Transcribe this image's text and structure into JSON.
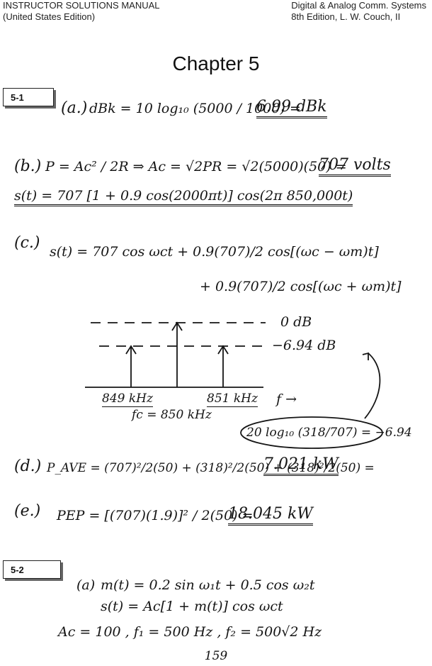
{
  "header": {
    "left_line1": "INSTRUCTOR SOLUTIONS MANUAL",
    "left_line2": "(United States Edition)",
    "right_line1": "Digital & Analog Comm. Systems",
    "right_line2": "8th Edition, L. W. Couch, II"
  },
  "chapter_title": "Chapter 5",
  "problems": [
    {
      "label": "5-1",
      "a": {
        "tag": "(a.)",
        "eq": "dBk = 10 log₁₀ (5000 / 1000) =",
        "result": "6.99 dBk"
      },
      "b": {
        "tag": "(b.)",
        "eq": "P = Ac² / 2R  ⇒  Ac = √2PR = √2(5000)(50) =",
        "result": "707 volts",
        "st": "s(t) = 707 [1 + 0.9 cos(2000πt)] cos(2π 850,000t)"
      },
      "c": {
        "tag": "(c.)",
        "line1": "s(t) = 707 cos ωct  +  0.9(707)/2 cos[(ωc − ωm)t]",
        "line2": "+  0.9(707)/2 cos[(ωc + ωm)t]",
        "spectrum": {
          "label_0db": "0 dB",
          "label_sideband": "−6.94 dB",
          "tick_left": "849 kHz",
          "tick_right": "851 kHz",
          "axis_label": "f →",
          "fc_label": "fc = 850 kHz",
          "circled_note": "20 log₁₀ (318/707) = −6.94"
        }
      },
      "d": {
        "tag": "(d.)",
        "eq": "P_AVE = (707)²/2(50) + (318)²/2(50) + (318)²/2(50) =",
        "result": "7.021 kW"
      },
      "e": {
        "tag": "(e.)",
        "eq": "PEP = [(707)(1.9)]² / 2(50) =",
        "result": "18.045 kW"
      }
    },
    {
      "label": "5-2",
      "a": {
        "tag": "(a)",
        "line1": "m(t) = 0.2 sin ω₁t + 0.5 cos ω₂t",
        "line2": "s(t) = Ac[1 + m(t)] cos ωct",
        "line3": "Ac = 100 ,  f₁ = 500 Hz ,  f₂ = 500√2 Hz"
      }
    }
  ],
  "page_number": "159"
}
